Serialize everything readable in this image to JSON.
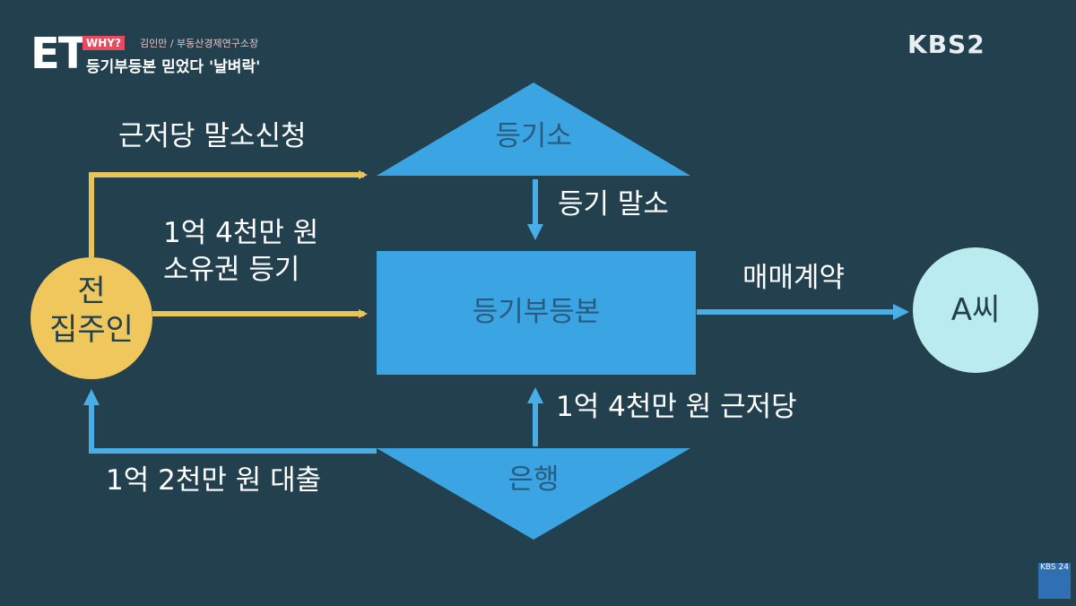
{
  "header": {
    "program_logo": "ET",
    "segment_badge": "WHY?",
    "speaker": "김인만 / 부동산경제연구소장",
    "headline": "등기부등본 믿었다 '날벼락'",
    "channel_logo": "KBS2"
  },
  "diagram": {
    "nodes": {
      "previous_owner": "전\n집주인",
      "registry_office": "등기소",
      "registry_doc": "등기부등본",
      "bank": "은행",
      "buyer": "A씨"
    },
    "edges": {
      "mortgage_cancel_request": "근저당 말소신청",
      "ownership_registration_line1": "1억 4천만 원",
      "ownership_registration_line2": "소유권 등기",
      "registry_cancellation": "등기 말소",
      "sale_contract": "매매계약",
      "mortgage_amount": "1억 4천만 원 근저당",
      "loan": "1억 2천만 원 대출"
    }
  },
  "colors": {
    "background": "#22404d",
    "node_blue": "#3aa5e2",
    "yellow_arrow": "#e8c45a",
    "blue_arrow": "#4aaee6",
    "owner_circle": "#f0c75c",
    "buyer_circle": "#b9ebef"
  },
  "corner_badge": "KBS 24"
}
